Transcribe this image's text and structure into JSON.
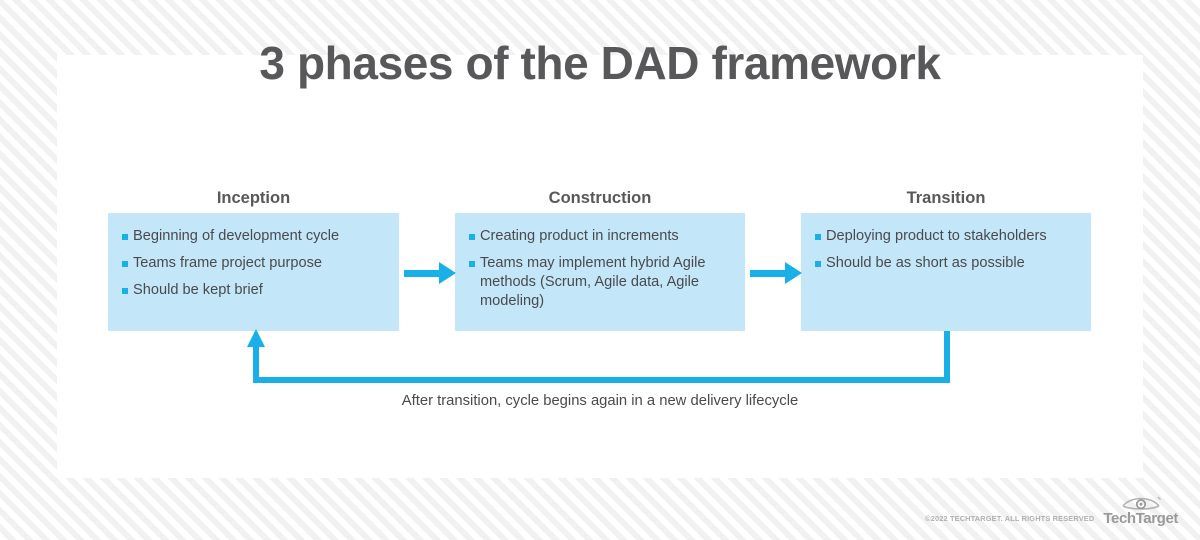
{
  "title": "3 phases of the DAD framework",
  "phases": [
    {
      "label": "Inception",
      "bullets": [
        "Beginning of development cycle",
        "Teams frame project purpose",
        "Should be kept brief"
      ]
    },
    {
      "label": "Construction",
      "bullets": [
        "Creating product in increments",
        "Teams may implement hybrid Agile methods (Scrum, Agile data, Agile modeling)"
      ]
    },
    {
      "label": "Transition",
      "bullets": [
        "Deploying product to stakeholders",
        "Should be as short as possible"
      ]
    }
  ],
  "caption": "After transition, cycle begins again in a new delivery lifecycle",
  "footer": {
    "copyright": "©2022 TECHTARGET. ALL RIGHTS RESERVED",
    "brand": "TechTarget",
    "logo_icon": "eye-icon"
  },
  "colors": {
    "box_fill": "#c3e7f9",
    "accent": "#19b0ea",
    "title_text": "#58585a",
    "body_text": "#4a4a4c",
    "card_bg": "#ffffff"
  }
}
